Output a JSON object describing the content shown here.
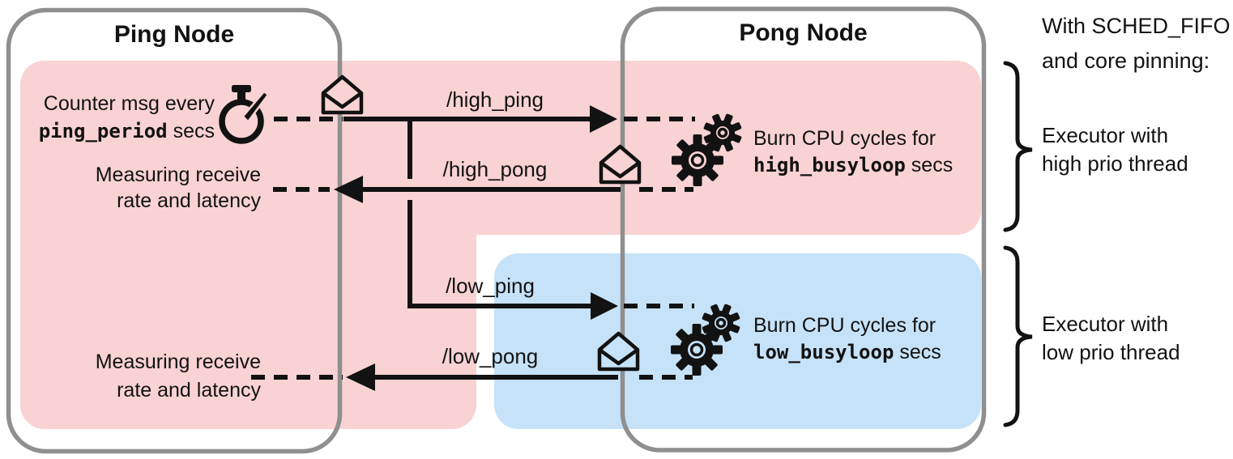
{
  "colors": {
    "high_region": "#f9d2d4",
    "low_region": "#c6e2f8",
    "node_border": "#8f8f8f",
    "ink": "#121212"
  },
  "ping_node": {
    "title": "Ping Node",
    "timer_caption": {
      "line1": "Counter msg every",
      "code": "ping_period",
      "suffix": " secs"
    },
    "measure_high": {
      "line1": "Measuring receive",
      "line2": "rate and latency"
    },
    "measure_low": {
      "line1": "Measuring receive",
      "line2": "rate and latency"
    }
  },
  "pong_node": {
    "title": "Pong Node",
    "burn_high": {
      "line1": "Burn CPU cycles for",
      "code": "high_busyloop",
      "suffix": " secs"
    },
    "burn_low": {
      "line1": "Burn CPU cycles for",
      "code": "low_busyloop",
      "suffix": " secs"
    }
  },
  "topics": {
    "high_ping": "/high_ping",
    "high_pong": "/high_pong",
    "low_ping": "/low_ping",
    "low_pong": "/low_pong"
  },
  "annotation": {
    "heading_line1": "With SCHED_FIFO",
    "heading_line2": "and core pinning:",
    "executor_high": {
      "line1": "Executor with",
      "line2": "high prio thread"
    },
    "executor_low": {
      "line1": "Executor with",
      "line2": "low prio thread"
    }
  },
  "icons": {
    "timer": "stopwatch-icon",
    "mailbox": "envelope-icon",
    "processing": "gears-icon",
    "grouping": "curly-brace"
  }
}
